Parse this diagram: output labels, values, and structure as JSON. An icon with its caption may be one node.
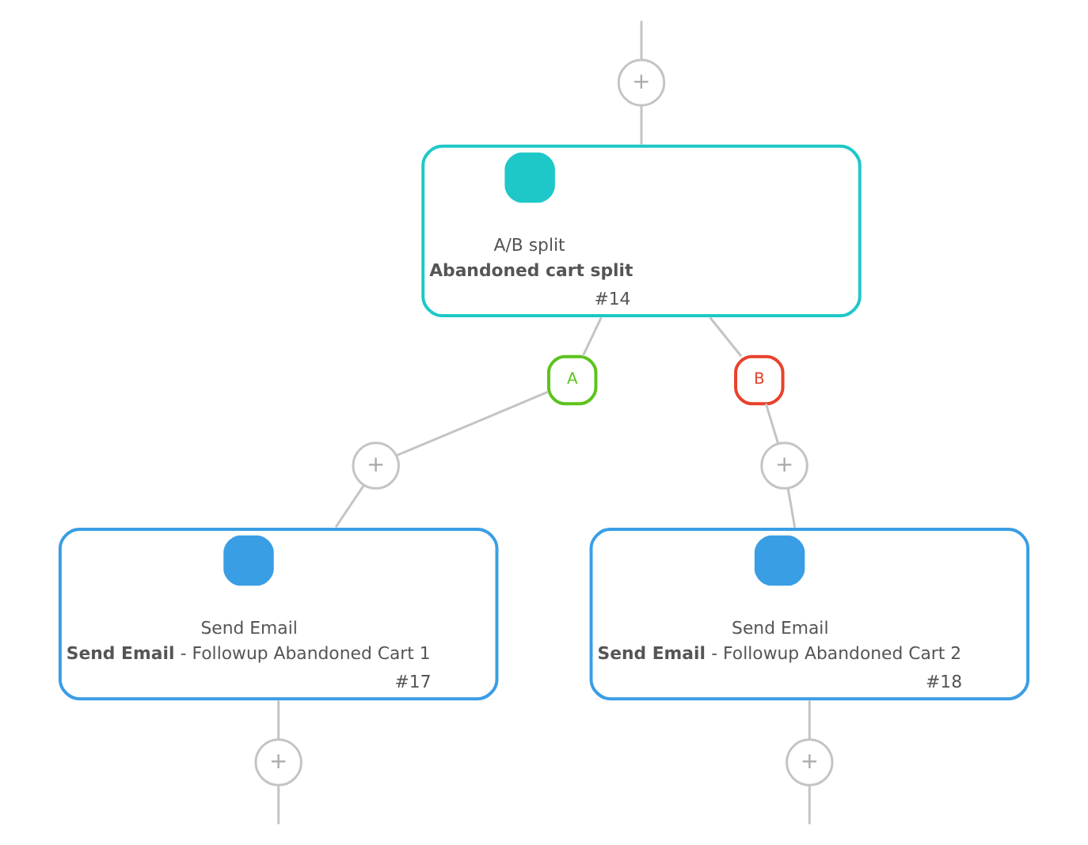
{
  "diagram": {
    "nodes": [
      {
        "text": [
          "+"
        ]
      },
      {
        "text": [
          "A/B split",
          "Abandoned cart split",
          "#14"
        ]
      },
      {
        "text": [
          "A"
        ]
      },
      {
        "text": [
          "B"
        ]
      },
      {
        "text": [
          "+"
        ]
      },
      {
        "text": [
          "+"
        ]
      },
      {
        "text": [
          "Send Email",
          "**Send Email** - Followup Abandoned Cart 1",
          "#17"
        ]
      },
      {
        "text": [
          "Send Email",
          "**Send Email** - Followup Abandoned Cart 2",
          "#18"
        ]
      },
      {
        "text": [
          "+"
        ]
      },
      {
        "text": [
          "+"
        ]
      }
    ],
    "edges": [
      {
        "from": null,
        "to": 0,
        "arrow": "none"
      },
      {
        "from": 0,
        "to": 1,
        "arrow": "none"
      },
      {
        "from": 1,
        "to": 2,
        "arrow": "none"
      },
      {
        "from": 1,
        "to": 3,
        "arrow": "none"
      },
      {
        "from": 2,
        "to": 4,
        "arrow": "none"
      },
      {
        "from": 3,
        "to": 5,
        "arrow": "none"
      },
      {
        "from": 4,
        "to": 6,
        "arrow": "none"
      },
      {
        "from": 5,
        "to": 7,
        "arrow": "none"
      },
      {
        "from": 6,
        "to": 8,
        "arrow": "none"
      },
      {
        "from": 7,
        "to": 9,
        "arrow": "none"
      },
      {
        "from": 8,
        "to": null,
        "arrow": "none"
      },
      {
        "from": 9,
        "to": null,
        "arrow": "none"
      }
    ]
  }
}
